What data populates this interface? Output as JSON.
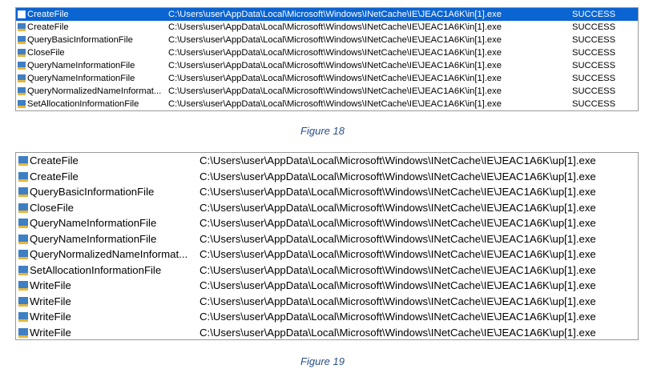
{
  "figure18": {
    "caption": "Figure 18",
    "rows": [
      {
        "operation": "CreateFile",
        "path": "C:\\Users\\user\\AppData\\Local\\Microsoft\\Windows\\INetCache\\IE\\JEAC1A6K\\in[1].exe",
        "result": "SUCCESS",
        "selected": true
      },
      {
        "operation": "CreateFile",
        "path": "C:\\Users\\user\\AppData\\Local\\Microsoft\\Windows\\INetCache\\IE\\JEAC1A6K\\in[1].exe",
        "result": "SUCCESS"
      },
      {
        "operation": "QueryBasicInformationFile",
        "path": "C:\\Users\\user\\AppData\\Local\\Microsoft\\Windows\\INetCache\\IE\\JEAC1A6K\\in[1].exe",
        "result": "SUCCESS"
      },
      {
        "operation": "CloseFile",
        "path": "C:\\Users\\user\\AppData\\Local\\Microsoft\\Windows\\INetCache\\IE\\JEAC1A6K\\in[1].exe",
        "result": "SUCCESS"
      },
      {
        "operation": "QueryNameInformationFile",
        "path": "C:\\Users\\user\\AppData\\Local\\Microsoft\\Windows\\INetCache\\IE\\JEAC1A6K\\in[1].exe",
        "result": "SUCCESS"
      },
      {
        "operation": "QueryNameInformationFile",
        "path": "C:\\Users\\user\\AppData\\Local\\Microsoft\\Windows\\INetCache\\IE\\JEAC1A6K\\in[1].exe",
        "result": "SUCCESS"
      },
      {
        "operation": "QueryNormalizedNameInformat...",
        "path": "C:\\Users\\user\\AppData\\Local\\Microsoft\\Windows\\INetCache\\IE\\JEAC1A6K\\in[1].exe",
        "result": "SUCCESS"
      },
      {
        "operation": "SetAllocationInformationFile",
        "path": "C:\\Users\\user\\AppData\\Local\\Microsoft\\Windows\\INetCache\\IE\\JEAC1A6K\\in[1].exe",
        "result": "SUCCESS"
      }
    ]
  },
  "figure19": {
    "caption": "Figure 19",
    "rows": [
      {
        "operation": "CreateFile",
        "path": "C:\\Users\\user\\AppData\\Local\\Microsoft\\Windows\\INetCache\\IE\\JEAC1A6K\\up[1].exe"
      },
      {
        "operation": "CreateFile",
        "path": "C:\\Users\\user\\AppData\\Local\\Microsoft\\Windows\\INetCache\\IE\\JEAC1A6K\\up[1].exe"
      },
      {
        "operation": "QueryBasicInformationFile",
        "path": "C:\\Users\\user\\AppData\\Local\\Microsoft\\Windows\\INetCache\\IE\\JEAC1A6K\\up[1].exe"
      },
      {
        "operation": "CloseFile",
        "path": "C:\\Users\\user\\AppData\\Local\\Microsoft\\Windows\\INetCache\\IE\\JEAC1A6K\\up[1].exe"
      },
      {
        "operation": "QueryNameInformationFile",
        "path": "C:\\Users\\user\\AppData\\Local\\Microsoft\\Windows\\INetCache\\IE\\JEAC1A6K\\up[1].exe"
      },
      {
        "operation": "QueryNameInformationFile",
        "path": "C:\\Users\\user\\AppData\\Local\\Microsoft\\Windows\\INetCache\\IE\\JEAC1A6K\\up[1].exe"
      },
      {
        "operation": "QueryNormalizedNameInformat...",
        "path": "C:\\Users\\user\\AppData\\Local\\Microsoft\\Windows\\INetCache\\IE\\JEAC1A6K\\up[1].exe"
      },
      {
        "operation": "SetAllocationInformationFile",
        "path": "C:\\Users\\user\\AppData\\Local\\Microsoft\\Windows\\INetCache\\IE\\JEAC1A6K\\up[1].exe"
      },
      {
        "operation": "WriteFile",
        "path": "C:\\Users\\user\\AppData\\Local\\Microsoft\\Windows\\INetCache\\IE\\JEAC1A6K\\up[1].exe"
      },
      {
        "operation": "WriteFile",
        "path": "C:\\Users\\user\\AppData\\Local\\Microsoft\\Windows\\INetCache\\IE\\JEAC1A6K\\up[1].exe"
      },
      {
        "operation": "WriteFile",
        "path": "C:\\Users\\user\\AppData\\Local\\Microsoft\\Windows\\INetCache\\IE\\JEAC1A6K\\up[1].exe"
      },
      {
        "operation": "WriteFile",
        "path": "C:\\Users\\user\\AppData\\Local\\Microsoft\\Windows\\INetCache\\IE\\JEAC1A6K\\up[1].exe"
      }
    ]
  },
  "icon": {
    "name": "file-system-icon",
    "color_main": "#3f7fc4",
    "color_accent": "#e8b53a"
  },
  "selection_color": "#0a64d2"
}
